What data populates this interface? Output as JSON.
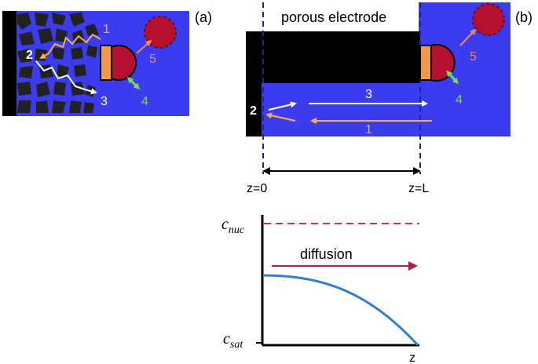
{
  "panel_a": {
    "tag": "(a)",
    "steps": [
      "1",
      "2",
      "3",
      "4",
      "5"
    ]
  },
  "panel_b": {
    "tag": "(b)",
    "electrode_label": "porous electrode",
    "steps": [
      "1",
      "2",
      "3",
      "4",
      "5"
    ],
    "z_start": "z=0",
    "z_end": "z=L"
  },
  "profile": {
    "c_nuc": {
      "base": "c",
      "sub": "nuc"
    },
    "c_sat": {
      "base": "c",
      "sub": "sat"
    },
    "arrow_label": "diffusion",
    "x_axis": "z"
  },
  "colors": {
    "electrolyte_blue": "#3b3bf0",
    "particle_red": "#b5112f",
    "contact_orange": "#f39a4a",
    "flux_yellow": "#f5b53a",
    "flux_white": "#ffffff",
    "step4_green": "#7ed957",
    "step5_orange": "#f08a5a",
    "nuc_red": "#e03030",
    "curve_blue": "#2f7fd0",
    "diffusion_maroon": "#b01e44",
    "divider_navy": "#1a2a88"
  }
}
